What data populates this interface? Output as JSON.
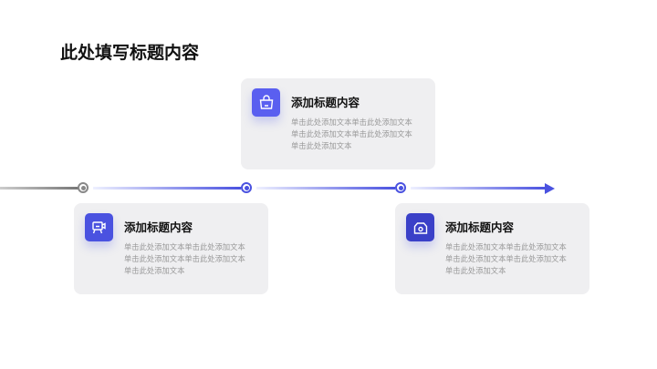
{
  "page_title": "此处填写标题内容",
  "cards": [
    {
      "title": "添加标题内容",
      "text": "单击此处添加文本单击此处添加文本单击此处添加文本单击此处添加文本单击此处添加文本",
      "icon": "presentation-icon"
    },
    {
      "title": "添加标题内容",
      "text": "单击此处添加文本单击此处添加文本单击此处添加文本单击此处添加文本单击此处添加文本",
      "icon": "basket-icon"
    },
    {
      "title": "添加标题内容",
      "text": "单击此处添加文本单击此处添加文本单击此处添加文本单击此处添加文本单击此处添加文本",
      "icon": "camera-icon"
    }
  ],
  "colors": {
    "accent": "#4a52e0",
    "card": "#efeff1"
  }
}
